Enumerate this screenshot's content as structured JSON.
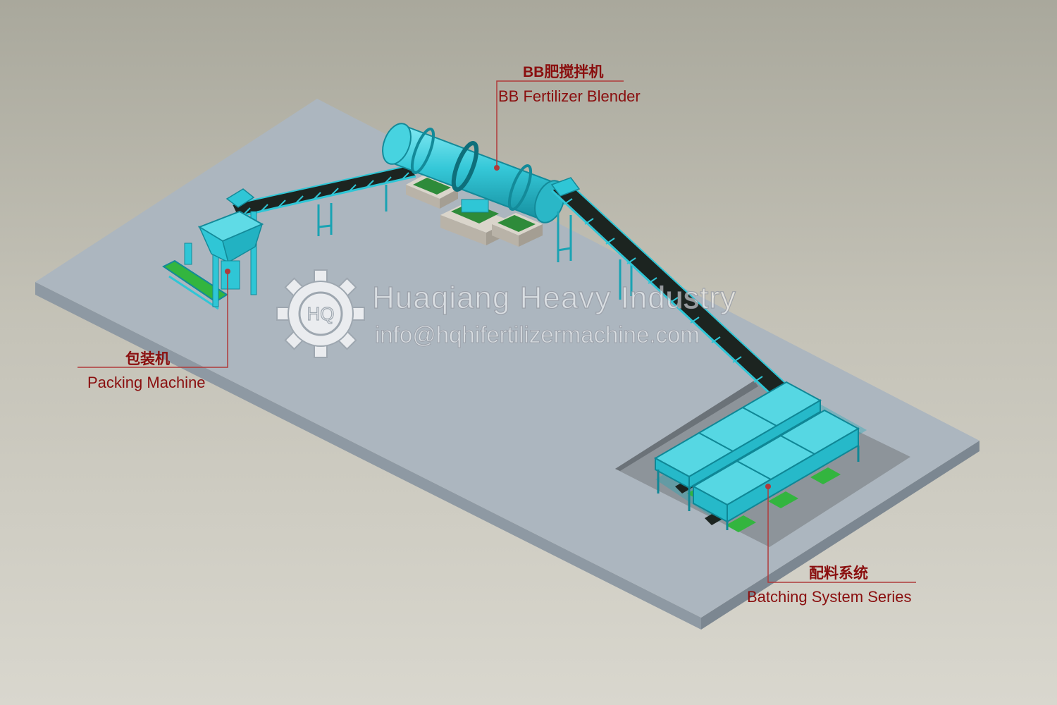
{
  "labels": {
    "blender": {
      "cn": "BB肥搅拌机",
      "en": "BB Fertilizer Blender"
    },
    "packing": {
      "cn": "包装机",
      "en": "Packing Machine"
    },
    "batching": {
      "cn": "配料系统",
      "en": "Batching System Series"
    }
  },
  "watermark": {
    "company": "Huaqiang Heavy Industry",
    "email": "info@hqhifertilizermachine.com",
    "logo_text": "HQ"
  },
  "colors": {
    "equipment": "#2fc6d6",
    "equipment_dark": "#138a99",
    "belt": "#1c2420",
    "motor_base": "#2e8b3a",
    "floor_top": "#acb6bf",
    "floor_side": "#8f9aa4",
    "label_text": "#8a0f0f",
    "leader_line": "#b03a3a"
  },
  "icons": [
    "gear-logo-icon",
    "leader-dot-icon"
  ]
}
